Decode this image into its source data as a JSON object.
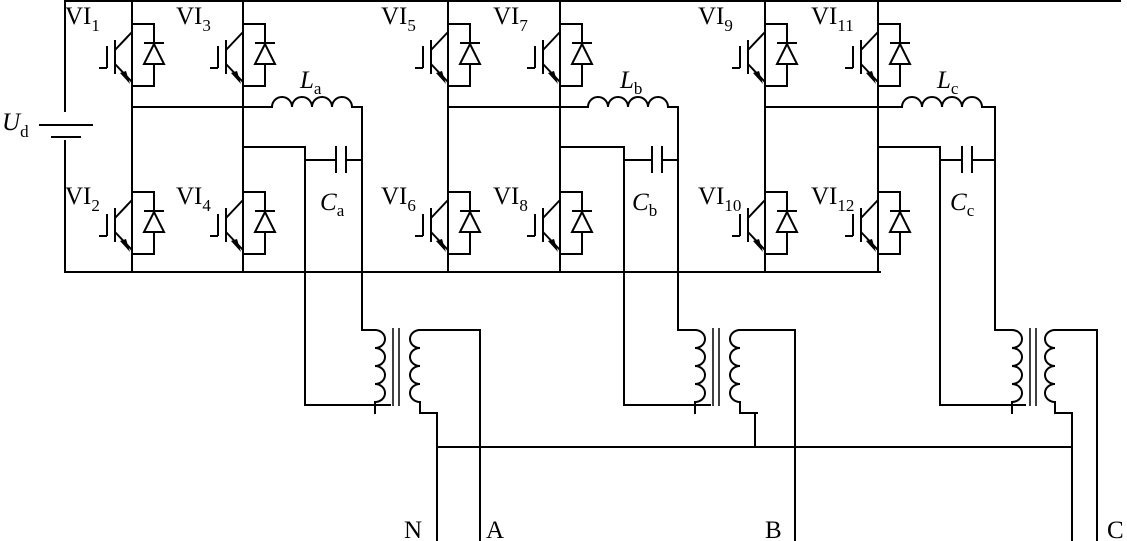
{
  "source": {
    "symbol": "U",
    "subscript": "d"
  },
  "switches": [
    {
      "id": "VI1",
      "prefix": "VI",
      "sub": "1"
    },
    {
      "id": "VI3",
      "prefix": "VI",
      "sub": "3"
    },
    {
      "id": "VI5",
      "prefix": "VI",
      "sub": "5"
    },
    {
      "id": "VI7",
      "prefix": "VI",
      "sub": "7"
    },
    {
      "id": "VI9",
      "prefix": "VI",
      "sub": "9"
    },
    {
      "id": "VI11",
      "prefix": "VI",
      "sub": "11"
    },
    {
      "id": "VI2",
      "prefix": "VI",
      "sub": "2"
    },
    {
      "id": "VI4",
      "prefix": "VI",
      "sub": "4"
    },
    {
      "id": "VI6",
      "prefix": "VI",
      "sub": "6"
    },
    {
      "id": "VI8",
      "prefix": "VI",
      "sub": "8"
    },
    {
      "id": "VI10",
      "prefix": "VI",
      "sub": "10"
    },
    {
      "id": "VI12",
      "prefix": "VI",
      "sub": "12"
    }
  ],
  "inductors": [
    {
      "symbol": "L",
      "sub": "a"
    },
    {
      "symbol": "L",
      "sub": "b"
    },
    {
      "symbol": "L",
      "sub": "c"
    }
  ],
  "capacitors": [
    {
      "symbol": "C",
      "sub": "a"
    },
    {
      "symbol": "C",
      "sub": "b"
    },
    {
      "symbol": "C",
      "sub": "c"
    }
  ],
  "terminals": {
    "n": "N",
    "a": "A",
    "b": "B",
    "c": "C"
  }
}
